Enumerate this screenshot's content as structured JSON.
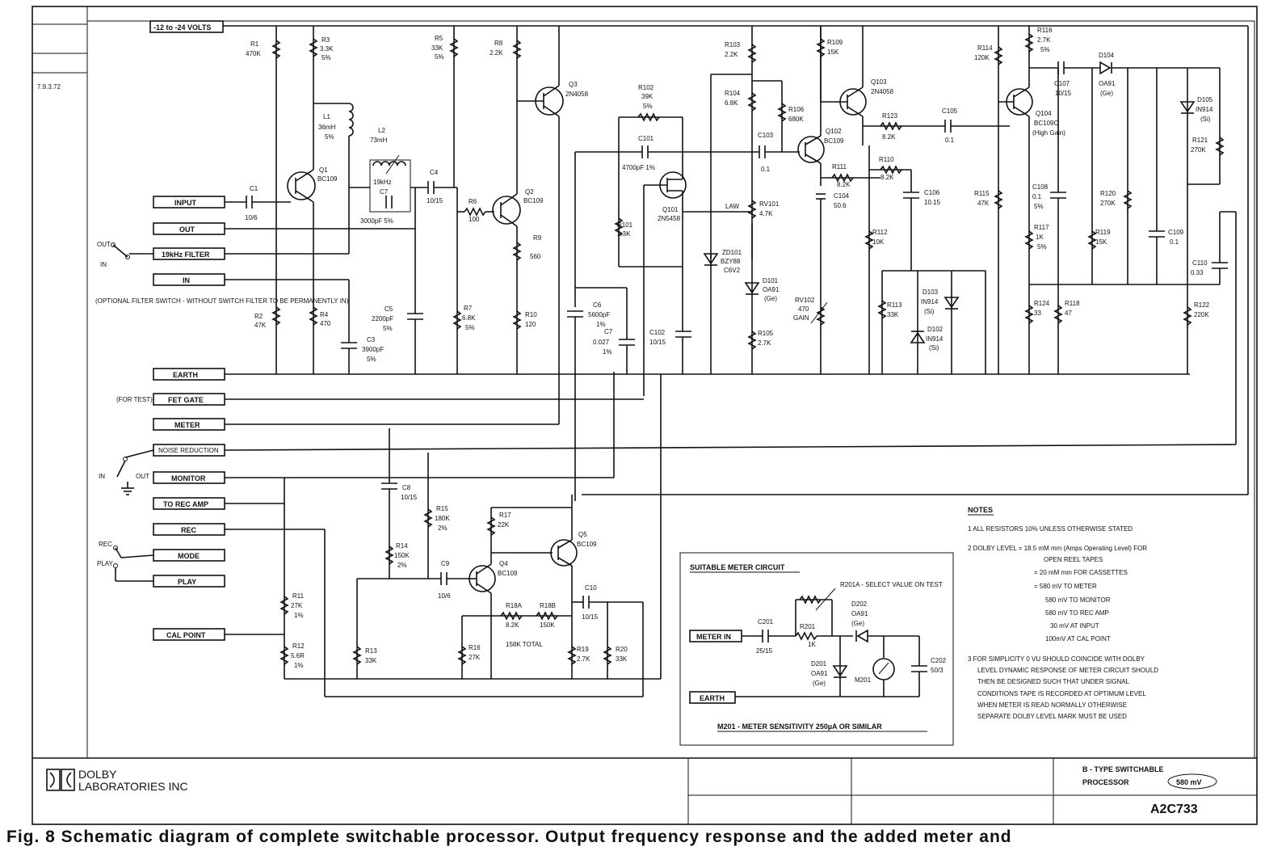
{
  "header": {
    "supply": "-12 to -24 VOLTS",
    "date": "7.9.3.72"
  },
  "terminals": {
    "input": "INPUT",
    "out": "OUT",
    "filter_19k": "19kHz FILTER",
    "in": "IN",
    "earth": "EARTH",
    "fet_gate": "FET GATE",
    "fet_gate_note": "(FOR TEST)",
    "meter": "METER",
    "noise_reduction": "NOISE REDUCTION",
    "monitor": "MONITOR",
    "to_rec_amp": "TO REC AMP",
    "rec": "REC",
    "mode": "MODE",
    "play": "PLAY",
    "cal_point": "CAL POINT"
  },
  "switch_labels": {
    "out": "OUT",
    "in": "IN",
    "in2": "IN",
    "out2": "OUT",
    "rec": "REC",
    "play": "PLAY"
  },
  "filter_note": "(OPTIONAL FILTER SWITCH - WITHOUT SWITCH FILTER TO BE PERMANENTLY IN)",
  "components": {
    "R1": [
      "R1",
      "470K"
    ],
    "R2": [
      "R2",
      "47K"
    ],
    "R3": [
      "R3",
      "3.3K",
      "5%"
    ],
    "R4": [
      "R4",
      "470"
    ],
    "L1": [
      "L1",
      "36mH",
      "5%"
    ],
    "L2": [
      "L2",
      "73mH"
    ],
    "f19": "19kHz",
    "C7": [
      "C7",
      "3000pF 5%"
    ],
    "C1": [
      "C1",
      "10/6"
    ],
    "Q1": [
      "Q1",
      "BC109"
    ],
    "C4": [
      "C4",
      "10/15"
    ],
    "R5": [
      "R5",
      "33K",
      "5%"
    ],
    "R6": [
      "R6",
      "100"
    ],
    "Q2": [
      "Q2",
      "BC109"
    ],
    "R9": [
      "R9",
      "560"
    ],
    "R10": [
      "R10",
      "120"
    ],
    "R7": [
      "R7",
      "6.8K",
      "5%"
    ],
    "C5": [
      "C5",
      "2200pF",
      "5%"
    ],
    "C3": [
      "C3",
      "3900pF",
      "5%"
    ],
    "R8": [
      "R8",
      "2.2K"
    ],
    "Q3": [
      "Q3",
      "2N4058"
    ],
    "R102": [
      "R102",
      "39K",
      "5%"
    ],
    "C101": [
      "C101",
      "4700pF 1%"
    ],
    "R101": [
      "R101",
      "3.3K"
    ],
    "Q101": [
      "Q101",
      "2N5458"
    ],
    "C6": [
      "C6",
      "5600pF",
      "1%"
    ],
    "C7b": [
      "C7",
      "0.027",
      "1%"
    ],
    "C102": [
      "C102",
      "10/15"
    ],
    "R103": [
      "R103",
      "2.2K"
    ],
    "R104": [
      "R104",
      "6.8K"
    ],
    "R106": [
      "R106",
      "680K"
    ],
    "C103": [
      "C103",
      "0.1"
    ],
    "Q102": [
      "Q102",
      "BC109"
    ],
    "LAW": "LAW",
    "RV101": [
      "RV101",
      "4.7K"
    ],
    "ZD101": [
      "ZD101",
      "BZY88",
      "C6V2"
    ],
    "D101": [
      "D101",
      "OA91",
      "(Ge)"
    ],
    "R105": [
      "R105",
      "2.7K"
    ],
    "RV102": [
      "RV102",
      "470",
      "GAIN"
    ],
    "R109": [
      "R109",
      "15K"
    ],
    "Q103": [
      "Q103",
      "2N4058"
    ],
    "R123": [
      "R123",
      "8.2K"
    ],
    "R111": [
      "R111",
      "8.2K"
    ],
    "R110": [
      "R110",
      "8.2K"
    ],
    "C104": [
      "C104",
      "50.6"
    ],
    "C106": [
      "C106",
      "10.15"
    ],
    "R112": [
      "R112",
      "10K"
    ],
    "R113": [
      "R113",
      "33K"
    ],
    "D103": [
      "D103",
      "IN914",
      "(Si)"
    ],
    "D102": [
      "D102",
      "IN914",
      "(Si)"
    ],
    "C105": [
      "C105",
      "0.1"
    ],
    "R114": [
      "R114",
      "120K"
    ],
    "R115": [
      "R115",
      "47K"
    ],
    "R116": [
      "R116",
      "2.7K",
      "5%"
    ],
    "C107": [
      "C107",
      "10/15"
    ],
    "D104": [
      "D104",
      "OA91",
      "(Ge)"
    ],
    "Q104": [
      "Q104",
      "BC109C",
      "(High Gain)"
    ],
    "D105": [
      "D105",
      "IN914",
      "(Si)"
    ],
    "R121": [
      "R121",
      "270K"
    ],
    "C108": [
      "C108",
      "0.1",
      "5%"
    ],
    "R120": [
      "R120",
      "270K"
    ],
    "R117": [
      "R117",
      "1K",
      "5%"
    ],
    "R119": [
      "R119",
      "15K"
    ],
    "C109": [
      "C109",
      "0.1"
    ],
    "C110": [
      "C110",
      "0.33"
    ],
    "R124": [
      "R124",
      "33"
    ],
    "R118": [
      "R118",
      "47"
    ],
    "R122": [
      "R122",
      "220K"
    ],
    "C8": [
      "C8",
      "10/15"
    ],
    "R15": [
      "R15",
      "180K",
      "2%"
    ],
    "R14": [
      "R14",
      "150K",
      "2%"
    ],
    "C9": [
      "C9",
      "10/6"
    ],
    "R17": [
      "R17",
      "22K"
    ],
    "Q4": [
      "Q4",
      "BC109"
    ],
    "Q5": [
      "Q5",
      "BC109"
    ],
    "C10": [
      "C10",
      "10/15"
    ],
    "R18A": [
      "R18A",
      "8.2K"
    ],
    "R18B": [
      "R18B",
      "150K"
    ],
    "R18tot": "158K TOTAL",
    "R11": [
      "R11",
      "27K",
      "1%"
    ],
    "R12": [
      "R12",
      "5.6R",
      "1%"
    ],
    "R13": [
      "R13",
      "33K"
    ],
    "R16": [
      "R16",
      "27K"
    ],
    "R19": [
      "R19",
      "2.7K"
    ],
    "R20": [
      "R20",
      "33K"
    ]
  },
  "meter_circuit": {
    "title": "SUITABLE METER CIRCUIT",
    "meter_in": "METER IN",
    "earth": "EARTH",
    "R201A": "R201A - SELECT VALUE ON TEST",
    "C201": [
      "C201",
      "25/15"
    ],
    "R201": [
      "R201",
      "1K"
    ],
    "D202": [
      "D202",
      "OA91",
      "(Ge)"
    ],
    "D201": [
      "D201",
      "OA91",
      "(Ge)"
    ],
    "M201": "M201",
    "C202": [
      "C202",
      "50/3"
    ],
    "footer": "M201 - METER SENSITIVITY 250µA OR SIMILAR"
  },
  "notes": {
    "title": "NOTES",
    "n1": "1  ALL RESISTORS 10% UNLESS OTHERWISE STATED",
    "n2a": "2  DOLBY LEVEL = 18.5 mM mm (Amps Operating Level) FOR",
    "n2b": "OPEN REEL TAPES",
    "n2c": "= 20 mM mm  FOR CASSETTES",
    "n2d": "= 580 mV  TO  METER",
    "n2e": "580 mV  TO  MONITOR",
    "n2f": "580 mV  TO  REC  AMP",
    "n2g": "30 mV  AT  INPUT",
    "n2h": "100mV  AT  CAL  POINT",
    "n3a": "3  FOR SIMPLICITY 0 VU SHOULD COINCIDE WITH DOLBY",
    "n3b": "LEVEL  DYNAMIC RESPONSE OF METER CIRCUIT SHOULD",
    "n3c": "THEN BE DESIGNED SUCH THAT UNDER SIGNAL",
    "n3d": "CONDITIONS TAPE IS RECORDED AT OPTIMUM LEVEL",
    "n3e": "WHEN METER IS READ NORMALLY  OTHERWISE",
    "n3f": "SEPARATE DOLBY LEVEL MARK MUST BE USED"
  },
  "title_block": {
    "company_l1": "DOLBY",
    "company_l2": "LABORATORIES INC",
    "title_l1": "B - TYPE  SWITCHABLE",
    "title_l2": "PROCESSOR",
    "title_l3": "580 mV",
    "drawing_no": "A2C733"
  },
  "caption": "Fig. 8   Schematic diagram of complete switchable processor. Output frequency response and the added meter and"
}
